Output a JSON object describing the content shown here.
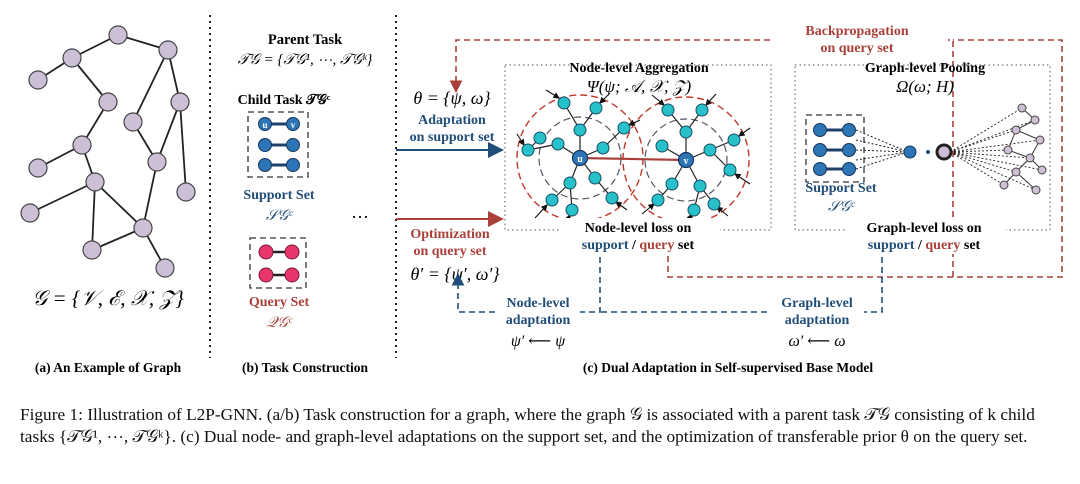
{
  "panel_a": {
    "formula": "𝒢 = {𝒱, ℰ, 𝒳, 𝒵}",
    "label": "(a) An Example of Graph"
  },
  "panel_b": {
    "parent_title": "Parent Task",
    "parent_formula": "𝒯𝒢 = {𝒯𝒢¹, ⋯, 𝒯𝒢ᵏ}",
    "child_title": "Child Task 𝒯𝒢ᶜ",
    "node_u": "u",
    "node_v": "v",
    "support_label": "Support Set",
    "support_symbol": "𝒮𝒢ᶜ",
    "ellipsis": "…",
    "query_label": "Query Set",
    "query_symbol": "𝒬𝒢ᶜ",
    "label": "(b) Task Construction"
  },
  "panel_c": {
    "theta": "θ = {ψ, ω}",
    "adapt_support_1": "Adaptation",
    "adapt_support_2": "on support set",
    "opt_query_1": "Optimization",
    "opt_query_2": "on query set",
    "theta_prime": "θ′ = {ψ′, ω′}",
    "node_agg_title": "Node-level  Aggregation",
    "node_agg_formula": "Ψ(ψ; 𝒜, 𝒳, 𝒵)",
    "node_u": "u",
    "node_v": "v",
    "node_loss_1": "Node-level  loss on",
    "node_loss_2a": "support",
    "node_loss_sep": " / ",
    "node_loss_2b": "query",
    "node_loss_2c": " set",
    "graph_pool_title": "Graph-level  Pooling",
    "graph_pool_formula": "Ω(ω; H)",
    "pool_support_label": "Support Set",
    "pool_support_symbol": "𝒮𝒢ᶜ",
    "graph_loss_1": "Graph-level  loss on",
    "graph_loss_2a": "support",
    "graph_loss_sep": " / ",
    "graph_loss_2b": "query",
    "graph_loss_2c": " set",
    "backprop_1": "Backpropagation",
    "backprop_2": "on query set",
    "node_adapt_1": "Node-level",
    "node_adapt_2": "adaptation",
    "node_adapt_formula": "ψ′ ⟵ ψ",
    "graph_adapt_1": "Graph-level",
    "graph_adapt_2": "adaptation",
    "graph_adapt_formula": "ω′ ⟵ ω",
    "label": "(c) Dual Adaptation in Self-supervised Base Model"
  },
  "caption": "Figure 1: Illustration of L2P-GNN. (a/b) Task construction for a graph, where the graph 𝒢 is associated with a parent task 𝒯𝒢 consisting of k child tasks {𝒯𝒢¹, ⋯, 𝒯𝒢ᵏ}. (c) Dual node- and graph-level adaptations on the support set, and the optimization of transferable prior θ on the query set.",
  "colors": {
    "blue_text": "#1f4e79",
    "red_text": "#a9403a",
    "node_purple": "#cdbfd6",
    "node_blue": "#2e75b6",
    "node_pink": "#e8366d",
    "node_cyan": "#27c1c9",
    "ring_red": "#c0392b"
  }
}
